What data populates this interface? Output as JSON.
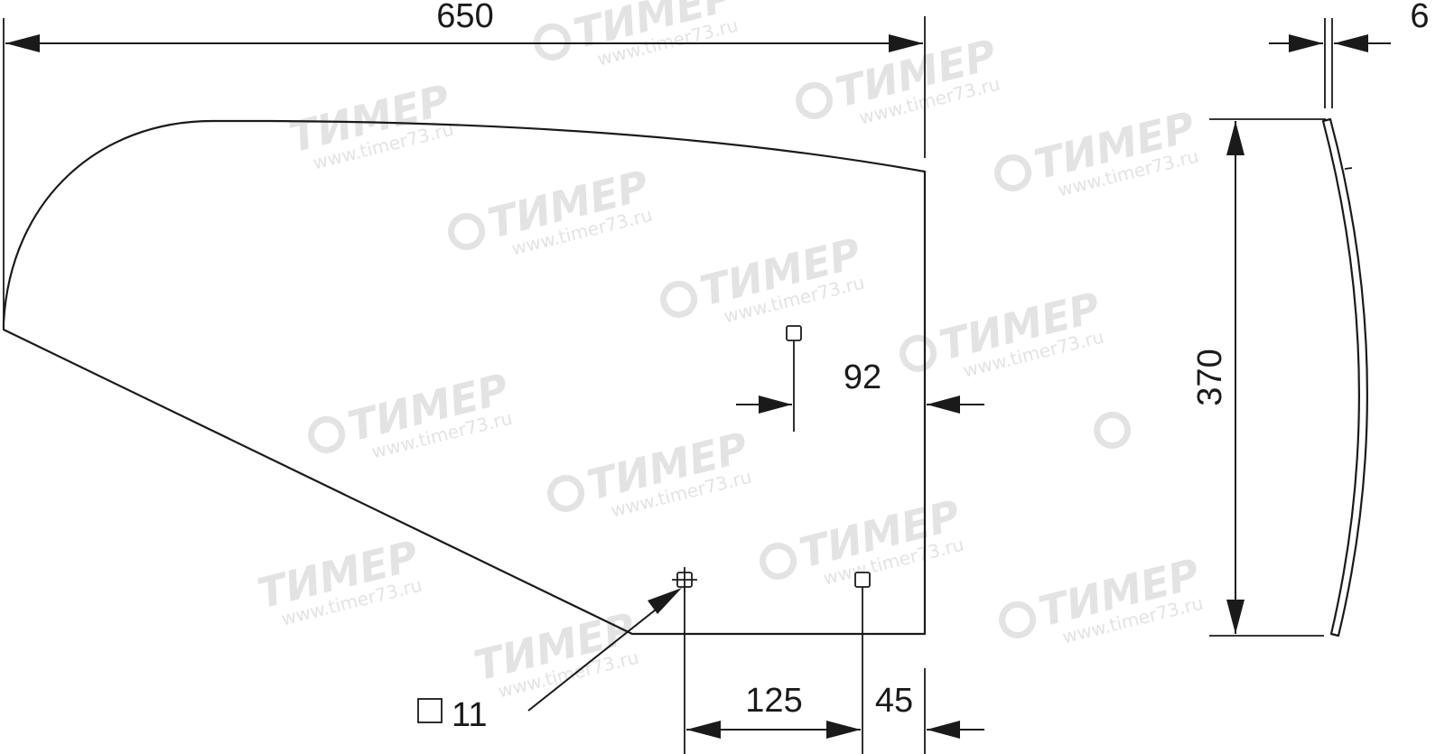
{
  "dimensions": {
    "total_length": "650",
    "thickness": "6",
    "height": "370",
    "hole_offset_top": "92",
    "hole_spacing": "125",
    "hole_offset_edge": "45",
    "hole_size": "11"
  },
  "hole_size_symbol": "square",
  "watermark": {
    "brand": "ТИМЕР",
    "url": "www.timer73.ru"
  }
}
